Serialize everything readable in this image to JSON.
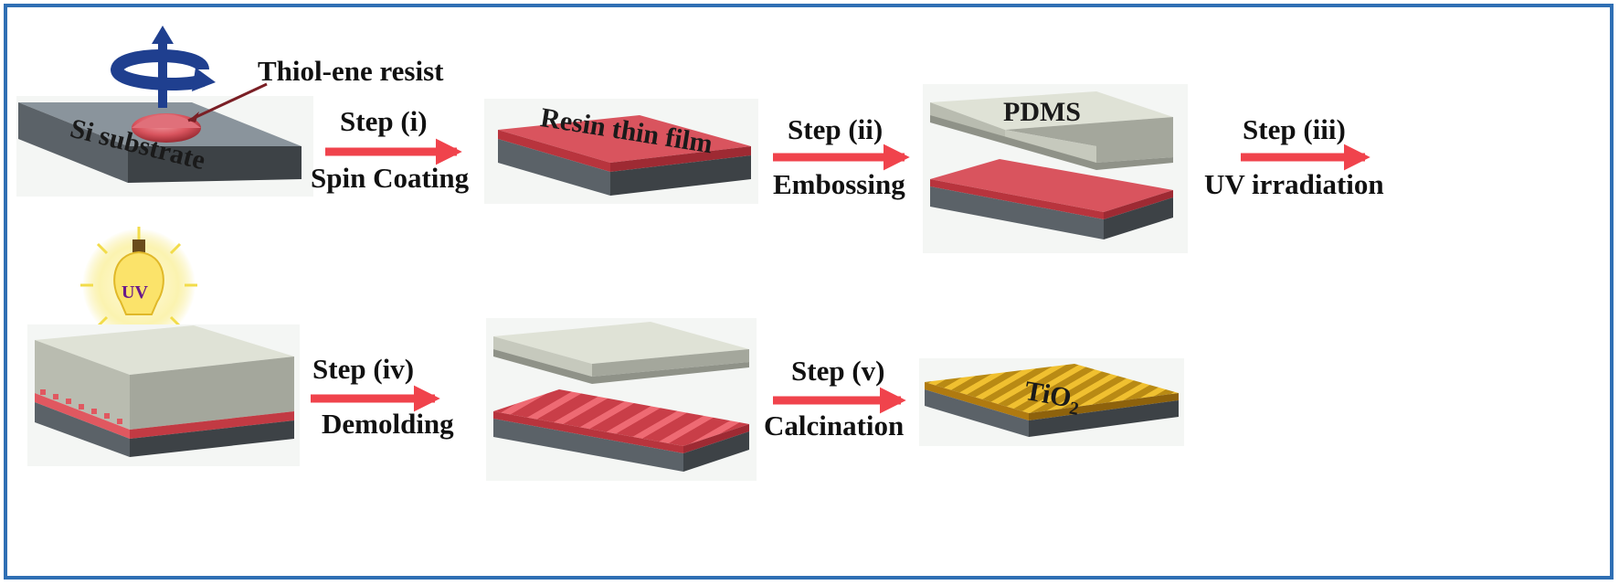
{
  "colors": {
    "border": "#2f6fb4",
    "substrate_top": "#8a949c",
    "substrate_front": "#5b6268",
    "substrate_side": "#3d4246",
    "resin_top": "#d9545e",
    "resin_front": "#b8343d",
    "pdms_top": "#dfe2d6",
    "pdms_front": "#b9bcb0",
    "pdms_side": "#a4a79c",
    "tio2_top": "#e8b020",
    "tio2_front": "#b07a10",
    "arrow": "#f0434c",
    "spin_arrow": "#1f3f8f",
    "bulb_glow": "#f6ea8a"
  },
  "labels": {
    "thiol_ene": "Thiol-ene resist",
    "si_substrate": "Si substrate",
    "resin_film": "Resin thin film",
    "pdms": "PDMS",
    "uv": "UV",
    "tio2": "TiO",
    "tio2_sub": "2"
  },
  "steps": [
    {
      "step": "Step (i)",
      "action": "Spin Coating"
    },
    {
      "step": "Step (ii)",
      "action": "Embossing"
    },
    {
      "step": "Step (iii)",
      "action": "UV irradiation"
    },
    {
      "step": "Step (iv)",
      "action": "Demolding"
    },
    {
      "step": "Step (v)",
      "action": "Calcination"
    }
  ]
}
